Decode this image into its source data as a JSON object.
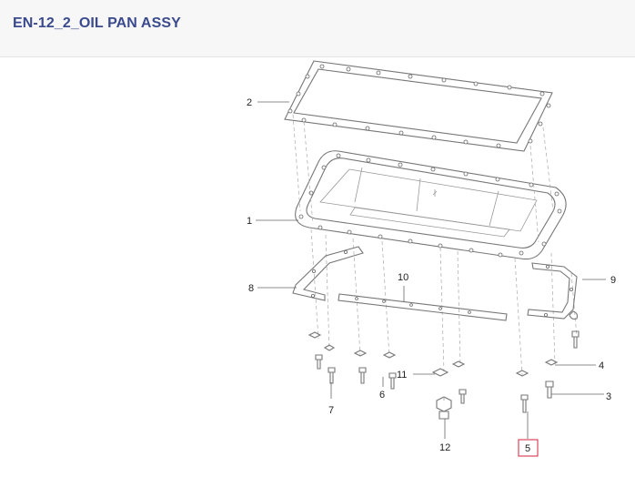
{
  "page": {
    "title": "EN-12_2_OIL PAN ASSY"
  },
  "callouts": {
    "c1": "1",
    "c2": "2",
    "c3": "3",
    "c4": "4",
    "c5": "5",
    "c6": "6",
    "c7": "7",
    "c8": "8",
    "c9": "9",
    "c10": "10",
    "c11": "11",
    "c12": "12"
  },
  "colors": {
    "title": "#3a4a8c",
    "highlight_box": "#d9475a"
  },
  "highlighted_callout": "5"
}
